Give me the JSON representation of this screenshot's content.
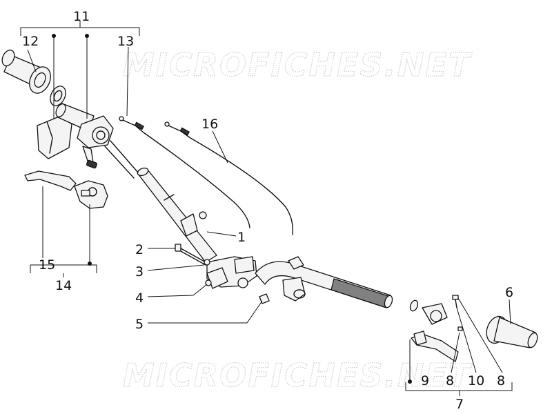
{
  "watermark": "MICROFICHES.NET",
  "callouts": [
    {
      "id": "c11",
      "label": "11"
    },
    {
      "id": "c12",
      "label": "12"
    },
    {
      "id": "c13",
      "label": "13"
    },
    {
      "id": "c16",
      "label": "16"
    },
    {
      "id": "c1",
      "label": "1"
    },
    {
      "id": "c2",
      "label": "2"
    },
    {
      "id": "c3",
      "label": "3"
    },
    {
      "id": "c4",
      "label": "4"
    },
    {
      "id": "c5",
      "label": "5"
    },
    {
      "id": "c15",
      "label": "15"
    },
    {
      "id": "c14",
      "label": "14"
    },
    {
      "id": "c6",
      "label": "6"
    },
    {
      "id": "c9",
      "label": "9"
    },
    {
      "id": "c8a",
      "label": "8"
    },
    {
      "id": "c10",
      "label": "10"
    },
    {
      "id": "c8b",
      "label": "8"
    },
    {
      "id": "c7",
      "label": "7"
    }
  ]
}
